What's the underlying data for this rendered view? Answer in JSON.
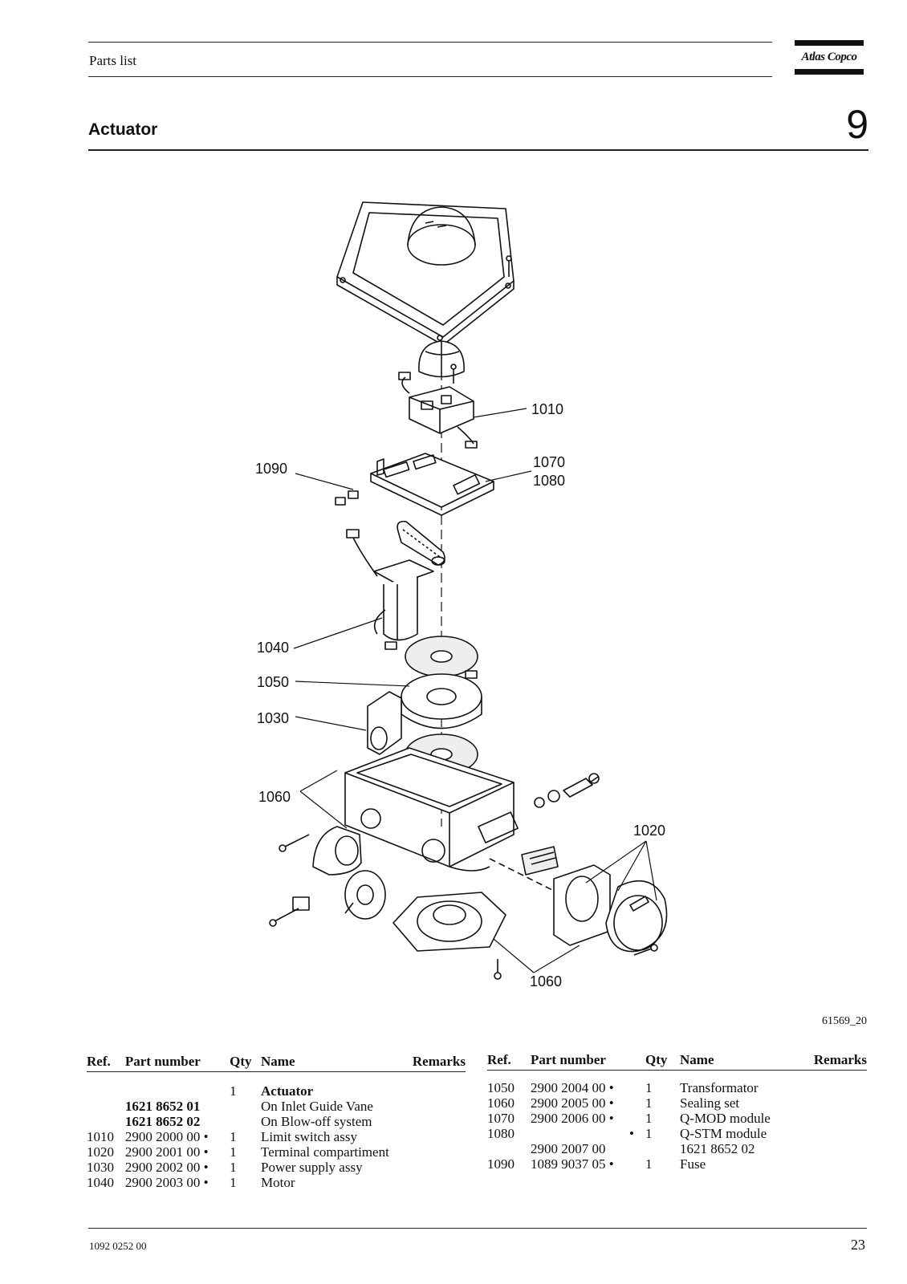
{
  "header": {
    "label": "Parts list",
    "logo_text": "Atlas Copco"
  },
  "section": {
    "title": "Actuator",
    "number": "9"
  },
  "diagram": {
    "callouts": [
      "1010",
      "1090",
      "1070",
      "1080",
      "1040",
      "1050",
      "1030",
      "1060",
      "1020",
      "1060"
    ]
  },
  "figure_id": "61569_20",
  "table_left": {
    "headers": [
      "Ref.",
      "Part number",
      "Qty",
      "Name",
      "Remarks"
    ],
    "rows": [
      {
        "ref": "",
        "part": "",
        "qty": "1",
        "name": "Actuator",
        "remarks": ""
      },
      {
        "ref": "",
        "part": "1621 8652 01",
        "qty": "",
        "name": "On Inlet Guide Vane",
        "remarks": ""
      },
      {
        "ref": "",
        "part": "1621 8652 02",
        "qty": "",
        "name": "On Blow-off system",
        "remarks": ""
      },
      {
        "ref": "1010",
        "part": "2900 2000 00 •",
        "qty": "1",
        "name": "Limit switch assy",
        "remarks": ""
      },
      {
        "ref": "1020",
        "part": "2900 2001 00 •",
        "qty": "1",
        "name": "Terminal compartiment",
        "remarks": ""
      },
      {
        "ref": "1030",
        "part": "2900 2002 00 •",
        "qty": "1",
        "name": "Power supply assy",
        "remarks": ""
      },
      {
        "ref": "1040",
        "part": "2900 2003 00 •",
        "qty": "1",
        "name": "Motor",
        "remarks": ""
      }
    ]
  },
  "table_right": {
    "headers": [
      "Ref.",
      "Part number",
      "Qty",
      "Name",
      "Remarks"
    ],
    "rows": [
      {
        "ref": "1050",
        "part": "2900 2004 00 •",
        "qty": "1",
        "name": "Transformator",
        "remarks": ""
      },
      {
        "ref": "1060",
        "part": "2900 2005 00 •",
        "qty": "1",
        "name": "Sealing set",
        "remarks": ""
      },
      {
        "ref": "1070",
        "part": "2900 2006 00 •",
        "qty": "1",
        "name": "Q-MOD module",
        "remarks": ""
      },
      {
        "ref": "1080",
        "part": "•",
        "qty": "1",
        "name": "Q-STM module",
        "remarks": ""
      },
      {
        "ref": "",
        "part": "2900 2007 00",
        "qty": "",
        "name": "1621 8652 02",
        "remarks": ""
      },
      {
        "ref": "1090",
        "part": "1089 9037 05 •",
        "qty": "1",
        "name": "Fuse",
        "remarks": ""
      }
    ]
  },
  "footer": {
    "doc_number": "1092 0252 00",
    "page": "23"
  }
}
